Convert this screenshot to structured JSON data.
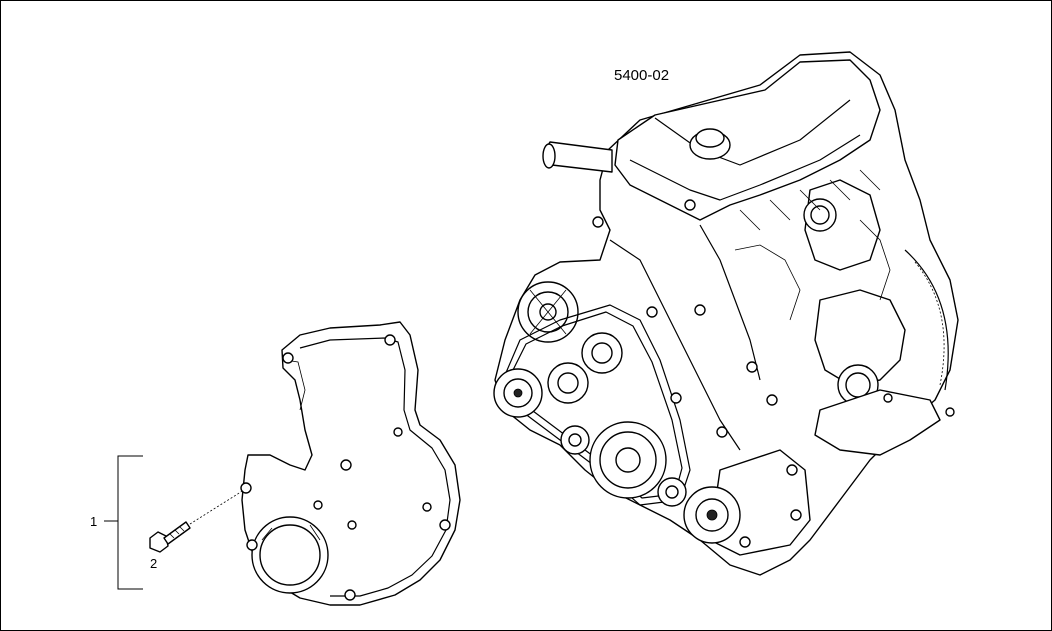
{
  "diagram": {
    "reference_code": "5400-02",
    "callouts": [
      {
        "id": "1",
        "label": "1"
      },
      {
        "id": "2",
        "label": "2"
      }
    ]
  },
  "icons": {
    "engine": "engine-assembly-illustration",
    "cover": "timing-cover-illustration",
    "bolt": "bolt-illustration"
  }
}
